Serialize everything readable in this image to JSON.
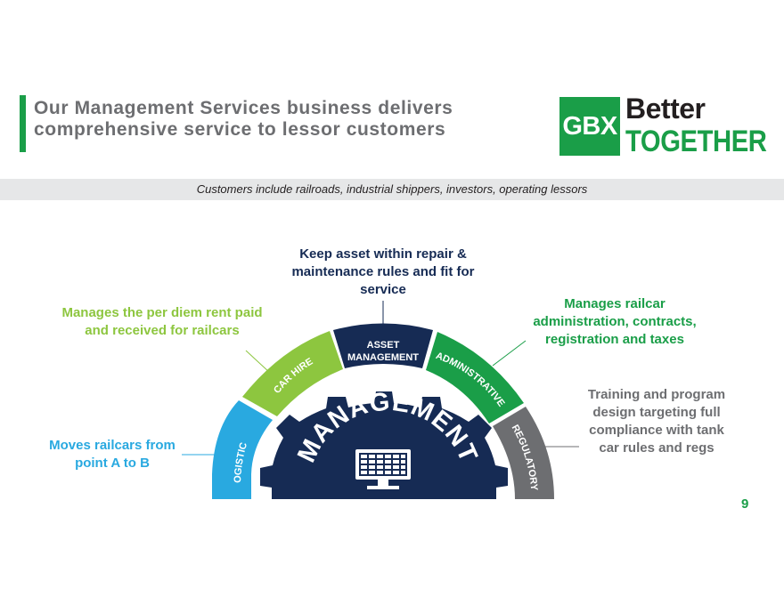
{
  "header": {
    "title": "Our Management Services business delivers comprehensive service to lessor customers"
  },
  "logo": {
    "box_text": "GBX",
    "line1": "Better",
    "line2": "TOGETHER"
  },
  "subtitle": "Customers include railroads, industrial shippers, investors, operating lessors",
  "diagram": {
    "center_label": "MANAGEMENT",
    "segments": [
      {
        "id": "logistics",
        "label": "LOGISTICS",
        "color": "#29a9e0"
      },
      {
        "id": "car-hire",
        "label": "CAR HIRE",
        "color": "#8dc63f"
      },
      {
        "id": "asset-management",
        "label": "ASSET MANAGEMENT",
        "line1": "ASSET",
        "line2": "MANAGEMENT",
        "color": "#162b54"
      },
      {
        "id": "administrative",
        "label": "ADMINISTRATIVE",
        "color": "#1a9e48"
      },
      {
        "id": "regulatory",
        "label": "REGULATORY",
        "color": "#6d6e71"
      }
    ],
    "gear_color": "#162b54"
  },
  "callouts": {
    "asset_management": "Keep asset within repair & maintenance rules and fit for service",
    "car_hire": "Manages the per diem rent paid and received for railcars",
    "administrative": "Manages railcar administration, contracts, registration and taxes",
    "regulatory": "Training and program design targeting full compliance with tank car rules and regs",
    "logistics": "Moves railcars from point A to B"
  },
  "page_number": "9"
}
